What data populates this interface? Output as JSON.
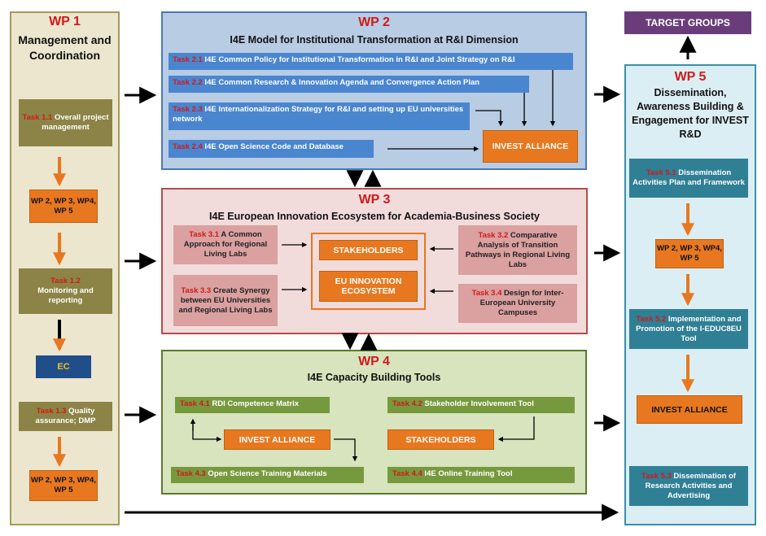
{
  "wp1": {
    "num": "WP 1",
    "title": "Management and Coordination",
    "task11_id": "Task 1.1",
    "task11_text": " Overall project management",
    "wp_list_a": "WP 2, WP 3, WP4, WP 5",
    "task12_id": "Task 1.2",
    "task12_text": "Monitoring and reporting",
    "ec": "EC",
    "task13_id": "Task 1.3",
    "task13_text": " Quality assurance; DMP",
    "wp_list_b": "WP 2, WP 3, WP4, WP 5"
  },
  "wp2": {
    "num": "WP 2",
    "title": "I4E Model for Institutional  Transformation at R&I Dimension",
    "task21_id": "Task 2.1",
    "task21_text": " I4E Common Policy for Institutional  Transformation  in R&I and Joint Strategy on R&I",
    "task22_id": "Task 2.2",
    "task22_text": " I4E Common Research & Innovation  Agenda and Convergence Action Plan",
    "task23_id": "Task 2.3",
    "task23_text": " I4E Internationalization  Strategy for R&I and setting up EU universities network",
    "task24_id": "Task 2.4",
    "task24_text": " I4E Open Science Code and Database",
    "alliance": "INVEST ALLIANCE"
  },
  "wp3": {
    "num": "WP 3",
    "title": "I4E European Innovation Ecosystem for Academia-Business Society",
    "task31_id": "Task 3.1",
    "task31_text": " A Common Approach  for Regional Living Labs",
    "task32_id": "Task 3.2",
    "task32_text": " Comparative Analysis of Transition Pathways in Regional Living Labs",
    "task33_id": "Task 3.3",
    "task33_text": " Create Synergy between EU Universities and Regional Living Labs",
    "task34_id": "Task 3.4",
    "task34_text": " Design for Inter-European University Campuses",
    "stakeholders": "STAKEHOLDERS",
    "eu_ecosystem": "EU INNOVATION ECOSYSTEM"
  },
  "wp4": {
    "num": "WP 4",
    "title": "I4E Capacity Building Tools",
    "task41_id": "Task 4.1",
    "task41_text": " RDI Competence  Matrix",
    "task42_id": "Task 4.2",
    "task42_text": " Stakeholder Involvement Tool",
    "task43_id": "Task 4.3",
    "task43_text": "  Open Science Training Materials",
    "task44_id": "Task 4.4",
    "task44_text": " I4E Online Training Tool",
    "alliance": "INVEST  ALLIANCE",
    "stakeholders": "STAKEHOLDERS"
  },
  "wp5": {
    "num": "WP 5",
    "title": "Dissemination, Awareness Building & Engagement for INVEST R&D",
    "task51_id": "Task 5.1",
    "task51_text": " Dissemination Activities Plan and Framework",
    "wp_list": "WP 2, WP 3, WP4, WP 5",
    "task52_id": "Task 5.2",
    "task52_text": " Implementation and Promotion of the I-EDUC8EU Tool",
    "alliance": "INVEST  ALLIANCE",
    "task53_id": "Task 5.3",
    "task53_text": " Dissemination of Research Activities and Advertising"
  },
  "target_groups": "TARGET GROUPS",
  "colors": {
    "wp1_bg": "#ede6cf",
    "wp2_bg": "#b8cce4",
    "wp3_bg": "#f2dcdb",
    "wp4_bg": "#d7e4bd",
    "wp5_bg": "#dbeef4",
    "accent_red": "#d11a1a",
    "orange": "#e8781f",
    "purple": "#6a3d7a"
  }
}
